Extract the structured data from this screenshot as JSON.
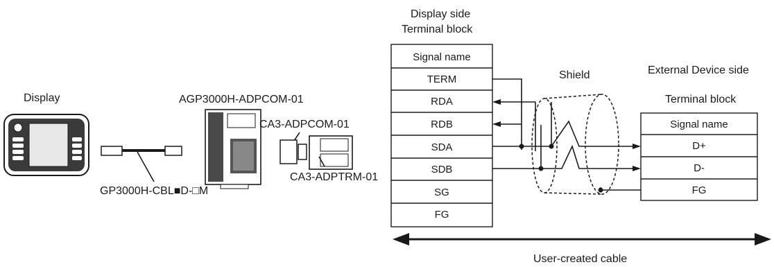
{
  "display_label": "Display",
  "adapter_label": "AGP3000H-ADPCOM-01",
  "cable_label": "GP3000H-CBL■D-□M",
  "connector_label": "CA3-ADPCOM-01",
  "terminal_label": "CA3-ADPTRM-01",
  "display_side": {
    "title_line1": "Display side",
    "title_line2": "Terminal block",
    "header": "Signal name",
    "signals": [
      "TERM",
      "RDA",
      "RDB",
      "SDA",
      "SDB",
      "SG",
      "FG"
    ]
  },
  "shield_label": "Shield",
  "external_side": {
    "title_line1": "External Device side",
    "title_line2": "Terminal block",
    "header": "Signal name",
    "signals": [
      "D+",
      "D-",
      "FG"
    ]
  },
  "user_cable_label": "User-created cable"
}
